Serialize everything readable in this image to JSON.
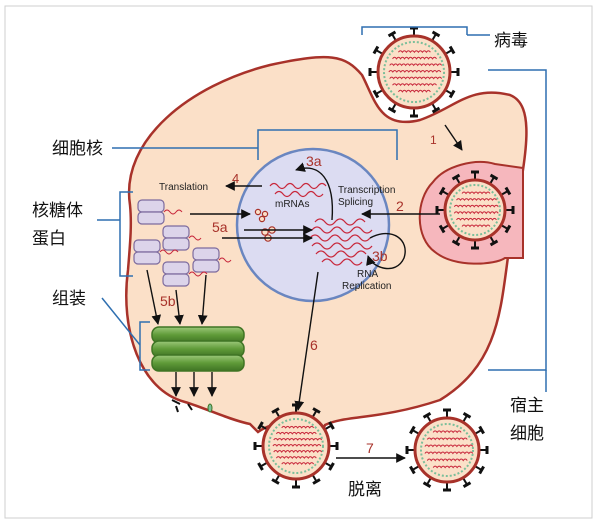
{
  "labels": {
    "virus": "病毒",
    "nucleus": "细胞核",
    "glycoprotein_line1": "核糖体",
    "glycoprotein_line2": "蛋白",
    "assembly": "组装",
    "host_cell_line1": "宿主",
    "host_cell_line2": "细胞",
    "budding": "脱离"
  },
  "process": {
    "translation": "Translation",
    "mrnas": "mRNAs",
    "transcription": "Transcription",
    "splicing": "Splicing",
    "rna": "RNA",
    "replication": "Replication"
  },
  "steps": {
    "s1": "1",
    "s2": "2",
    "s3a": "3a",
    "s3b": "3b",
    "s4": "4",
    "s5a": "5a",
    "s5b": "5b",
    "s6": "6",
    "s7": "7"
  },
  "colors": {
    "cell_fill": "#fbe0c8",
    "cell_stroke": "#a8322a",
    "nucleus_fill": "#dcdcf2",
    "nucleus_stroke": "#6a86c0",
    "rna": "#c8283c",
    "bracket": "#2f6fb0",
    "assembly_green": "#5f9a38",
    "glycoprotein_fill": "#dcd4ea"
  }
}
